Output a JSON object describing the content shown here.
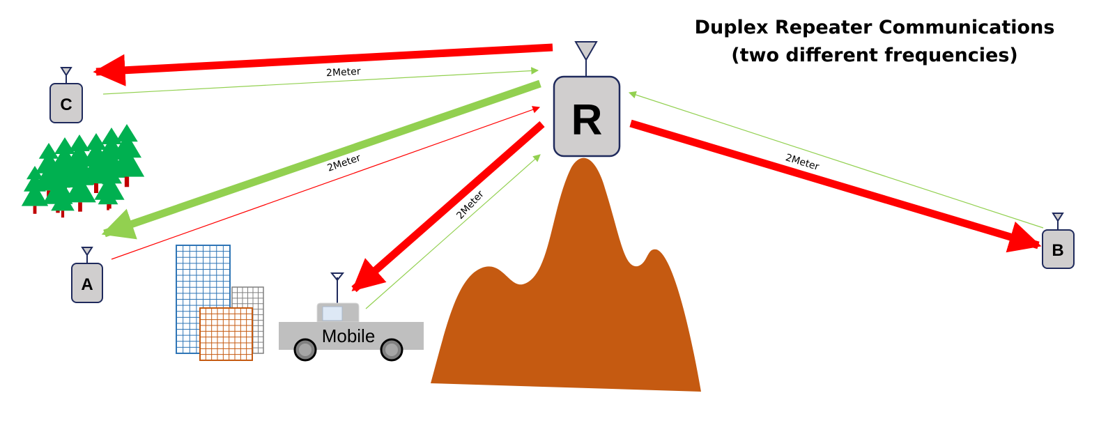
{
  "title": {
    "line1": "Duplex Repeater Communications",
    "line2": "(two different frequencies)"
  },
  "nodes": {
    "repeater": "R",
    "station_a": "A",
    "station_b": "B",
    "station_c": "C",
    "mobile": "Mobile"
  },
  "links": {
    "to_c": "2Meter",
    "to_a": "2Meter",
    "to_mobile": "2Meter",
    "to_b": "2Meter"
  },
  "colors": {
    "repeater_output": "#ff0000",
    "repeater_input": "#92d050",
    "mountain": "#c55a11",
    "tree": "#00b050",
    "trunk": "#c00000",
    "node_fill": "#d0cece",
    "node_border": "#1f2a5c",
    "truck": "#bfbfbf",
    "building_blue": "#2e75b6",
    "building_orange": "#c55a11"
  },
  "icons": [
    "antenna-icon",
    "tree-icon",
    "building-icon",
    "truck-icon",
    "mountain-icon"
  ]
}
